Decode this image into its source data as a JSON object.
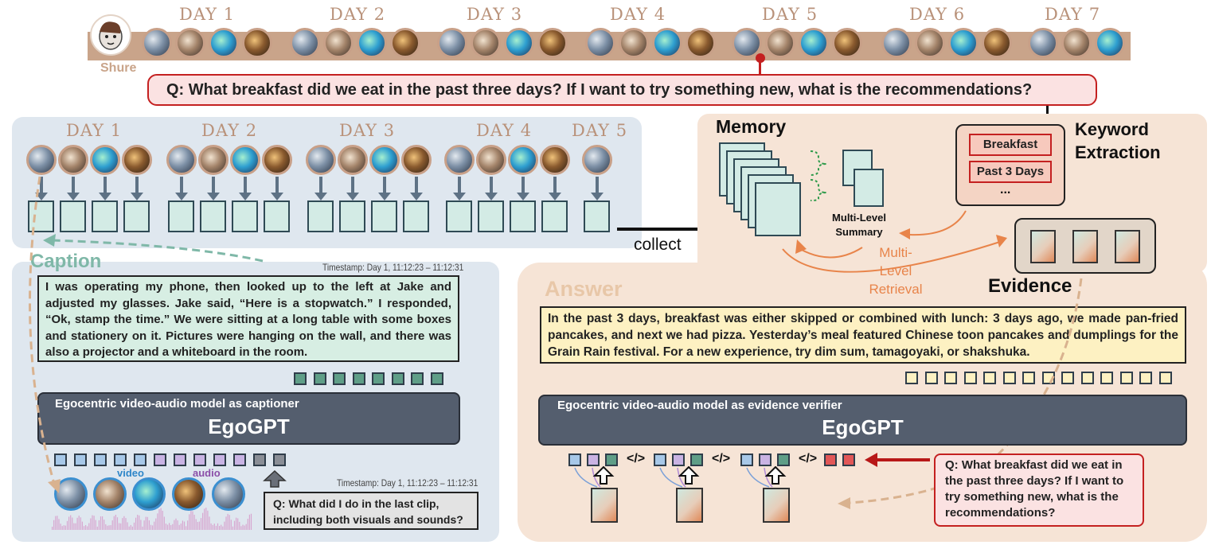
{
  "timeline": {
    "person": "Shure",
    "days": [
      "DAY 1",
      "DAY 2",
      "DAY 3",
      "DAY 4",
      "DAY 5",
      "DAY 6",
      "DAY 7"
    ]
  },
  "question": "Q: What breakfast did we eat in the past three days? If I want to try something new, what is the recommendations?",
  "left_panel": {
    "days": [
      "DAY 1",
      "DAY 2",
      "DAY 3",
      "DAY 4",
      "DAY 5"
    ],
    "caption_label": "Caption",
    "timestamp": "Timestamp: Day 1, 11:12:23 – 11:12:31",
    "caption_text": "I was operating my phone, then looked up to the left at Jake and adjusted my glasses. Jake said, “Here is a stopwatch.” I responded, “Ok, stamp the time.” We were sitting at a long table with some boxes and stationery on it. Pictures were hanging on the wall, and there was also a projector and a whiteboard in the room.",
    "captioner_subtitle": "Egocentric video-audio model as captioner",
    "model_name": "EgoGPT",
    "video_label": "video",
    "audio_label": "audio",
    "timestamp2": "Timestamp: Day 1, 11:12:23 – 11:12:31",
    "clip_question": "Q: What did I do in the last clip, including both visuals and sounds?"
  },
  "collect_label": "collect",
  "right_panel": {
    "memory_label": "Memory",
    "summary_label": "Multi-Level Summary",
    "keyword_title": "Keyword Extraction",
    "keywords": [
      "Breakfast",
      "Past 3 Days",
      "..."
    ],
    "retrieval_label": "Multi-Level Retrieval",
    "evidence_label": "Evidence",
    "answer_label": "Answer",
    "answer_text": "In the past 3 days, breakfast was either skipped or combined with lunch: 3 days ago, we made pan-fried pancakes, and next we had pizza. Yesterday’s meal featured Chinese toon pancakes and dumplings for the Grain Rain festival. For a new experience, try dim sum, tamagoyaki, or shakshuka.",
    "verifier_subtitle": "Egocentric video-audio model as evidence verifier",
    "model_name": "EgoGPT",
    "separator": "</>",
    "verifier_question": "Q: What breakfast did we eat in the past three days? If I want to try something new, what is the recommendations?"
  }
}
